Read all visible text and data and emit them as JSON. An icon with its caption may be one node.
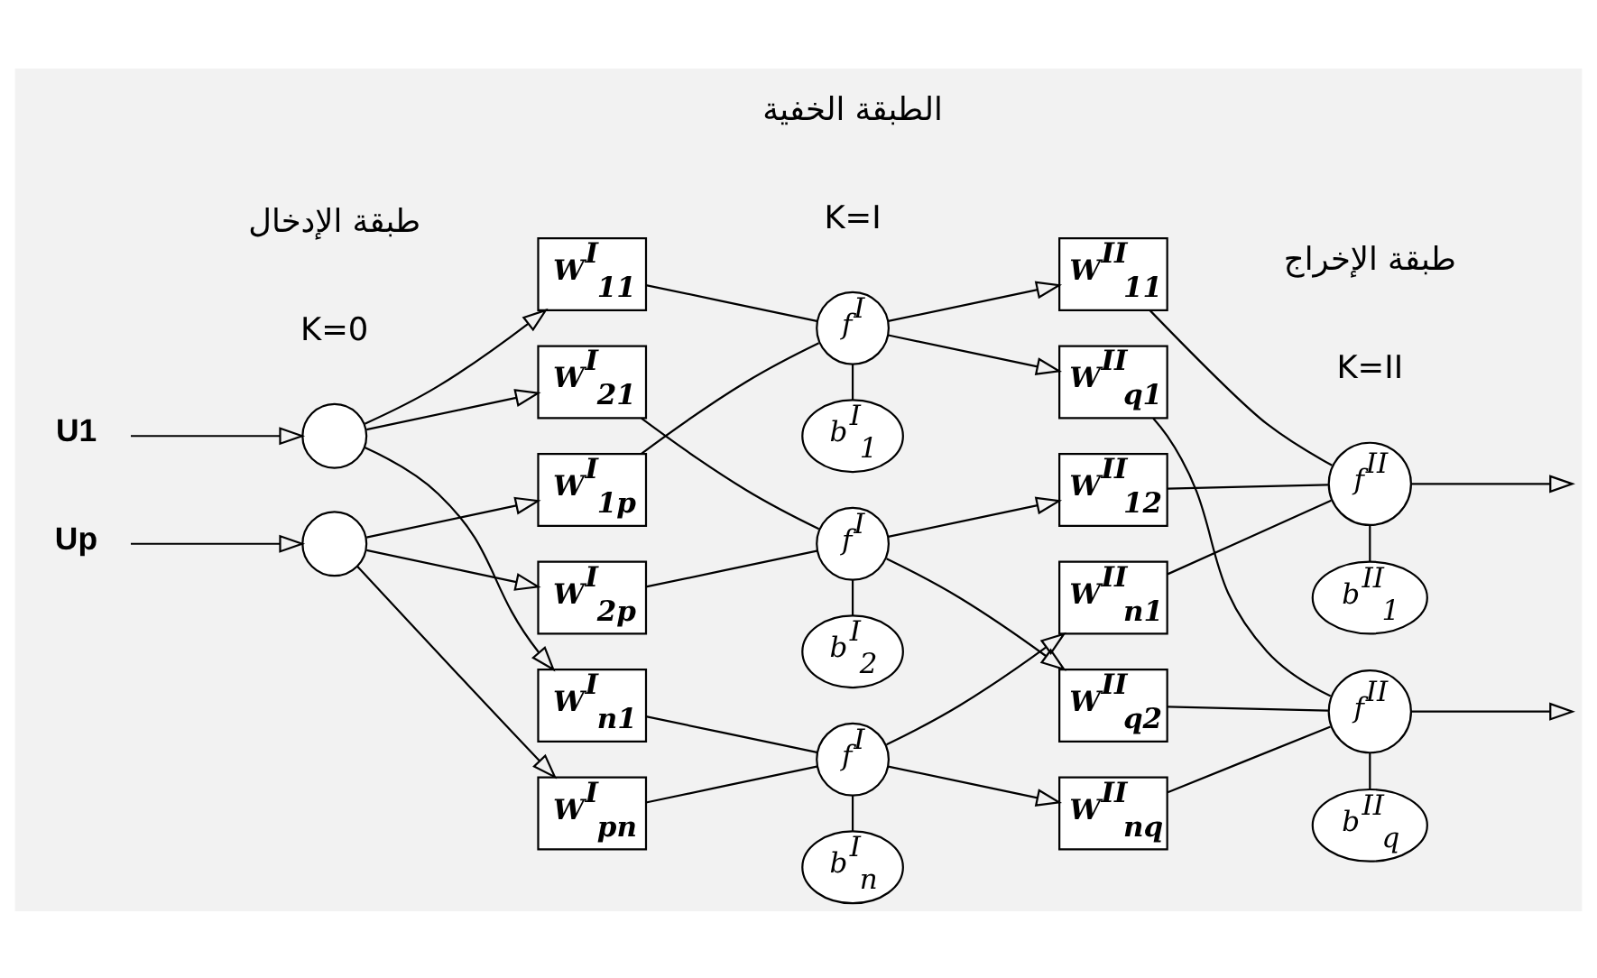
{
  "diagram": {
    "nodes": [
      {
        "text": [
          "U1"
        ]
      },
      {
        "text": [
          "Up"
        ]
      },
      {
        "text": [],
        "shape": "circle"
      },
      {
        "text": [],
        "shape": "circle"
      },
      {
        "text": [
          "W$^{I}$$_{11}$"
        ]
      },
      {
        "text": [
          "W$^{I}$$_{21}$"
        ]
      },
      {
        "text": [
          "W$^{I}$$_{1p}$"
        ]
      },
      {
        "text": [
          "W$^{I}$$_{2p}$"
        ]
      },
      {
        "text": [
          "W$^{I}$$_{n1}$"
        ]
      },
      {
        "text": [
          "W$^{I}$$_{pn}$"
        ]
      },
      {
        "text": [
          "f$^{I}$"
        ]
      },
      {
        "text": [
          "f$^{I}$"
        ]
      },
      {
        "text": [
          "f$^{I}$"
        ]
      },
      {
        "text": [
          "b$^{I}$$_{1}$"
        ]
      },
      {
        "text": [
          "b$^{I}$$_{2}$"
        ]
      },
      {
        "text": [
          "b$^{I}$$_{n}$"
        ]
      },
      {
        "text": [
          "W$^{II}$$_{11}$"
        ]
      },
      {
        "text": [
          "W$^{II}$$_{q1}$"
        ]
      },
      {
        "text": [
          "W$^{II}$$_{12}$"
        ]
      },
      {
        "text": [
          "W$^{II}$$_{n1}$"
        ]
      },
      {
        "text": [
          "W$^{II}$$_{q2}$"
        ]
      },
      {
        "text": [
          "W$^{II}$$_{nq}$"
        ]
      },
      {
        "text": [
          "f$^{II}$"
        ]
      },
      {
        "text": [
          "f$^{II}$"
        ]
      },
      {
        "text": [
          "b$^{II}$$_{1}$"
        ]
      },
      {
        "text": [
          "b$^{II}$$_{q}$"
        ]
      }
    ],
    "edges": [
      {
        "from": 0,
        "to": 2,
        "arrow": "to"
      },
      {
        "from": 1,
        "to": 3,
        "arrow": "to"
      },
      {
        "from": 2,
        "to": 4,
        "arrow": "to"
      },
      {
        "from": 4,
        "to": 10,
        "arrow": "none"
      },
      {
        "from": 2,
        "to": 5,
        "arrow": "to"
      },
      {
        "from": 5,
        "to": 11,
        "arrow": "none"
      },
      {
        "from": 2,
        "to": 8,
        "arrow": "to"
      },
      {
        "from": 8,
        "to": 12,
        "arrow": "none"
      },
      {
        "from": 3,
        "to": 6,
        "arrow": "to"
      },
      {
        "from": 6,
        "to": 10,
        "arrow": "none"
      },
      {
        "from": 3,
        "to": 7,
        "arrow": "to"
      },
      {
        "from": 7,
        "to": 11,
        "arrow": "none"
      },
      {
        "from": 3,
        "to": 9,
        "arrow": "to"
      },
      {
        "from": 9,
        "to": 12,
        "arrow": "none"
      },
      {
        "from": 10,
        "to": 13,
        "arrow": "none"
      },
      {
        "from": 11,
        "to": 14,
        "arrow": "none"
      },
      {
        "from": 12,
        "to": 15,
        "arrow": "none"
      },
      {
        "from": 10,
        "to": 16,
        "arrow": "to"
      },
      {
        "from": 16,
        "to": 22,
        "arrow": "none"
      },
      {
        "from": 10,
        "to": 17,
        "arrow": "to"
      },
      {
        "from": 17,
        "to": 23,
        "arrow": "none"
      },
      {
        "from": 11,
        "to": 18,
        "arrow": "to"
      },
      {
        "from": 18,
        "to": 22,
        "arrow": "none"
      },
      {
        "from": 11,
        "to": 20,
        "arrow": "to"
      },
      {
        "from": 20,
        "to": 23,
        "arrow": "none"
      },
      {
        "from": 12,
        "to": 19,
        "arrow": "to"
      },
      {
        "from": 19,
        "to": 22,
        "arrow": "none"
      },
      {
        "from": 12,
        "to": 21,
        "arrow": "to"
      },
      {
        "from": 21,
        "to": 23,
        "arrow": "none"
      },
      {
        "from": 22,
        "to": 24,
        "arrow": "none"
      },
      {
        "from": 23,
        "to": 25,
        "arrow": "none"
      },
      {
        "from": 22,
        "to": null,
        "arrow": "to"
      },
      {
        "from": 23,
        "to": null,
        "arrow": "to"
      }
    ],
    "labels": [
      "طبقة الإدخال",
      "K=0",
      "الطبقة الخفية",
      "K=I",
      "طبقة الإخراج",
      "K=II"
    ]
  }
}
